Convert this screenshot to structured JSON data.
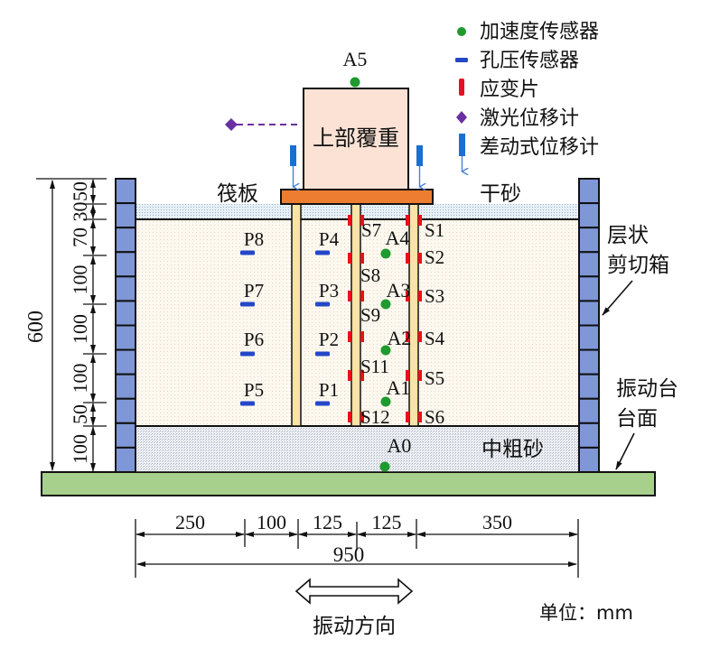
{
  "legend": {
    "items": [
      {
        "icon": "green-dot-icon",
        "label": "加速度传感器",
        "color": "#1f9a2e"
      },
      {
        "icon": "blue-dash-icon",
        "label": "孔压传感器",
        "color": "#2447c8"
      },
      {
        "icon": "red-bar-icon",
        "label": "应变片",
        "color": "#e8101a"
      },
      {
        "icon": "purple-diamond-icon",
        "label": "激光位移计",
        "color": "#6a2fa0"
      },
      {
        "icon": "blue-arrow-icon",
        "label": "差动式位移计",
        "color": "#1a6fd0"
      }
    ]
  },
  "structure": {
    "load_label": "上部覆重",
    "raft_label": "筏板",
    "dry_sand_label": "干砂",
    "shear_box_label_line1": "层状",
    "shear_box_label_line2": "剪切箱",
    "shake_table_label_line1": "振动台",
    "shake_table_label_line2": "台面",
    "coarse_sand_label": "中粗砂"
  },
  "sensors": {
    "accelerometers": [
      "A5",
      "A4",
      "A3",
      "A2",
      "A1",
      "A0"
    ],
    "pore_pressure_left": [
      "P8",
      "P7",
      "P6",
      "P5"
    ],
    "pore_pressure_right": [
      "P4",
      "P3",
      "P2",
      "P1"
    ],
    "strain_middle": [
      "S7",
      "S8",
      "S9",
      "S11",
      "S12"
    ],
    "strain_right": [
      "S1",
      "S2",
      "S3",
      "S4",
      "S5",
      "S6"
    ]
  },
  "dimensions": {
    "vertical_total": "600",
    "vertical_segments": [
      "50",
      "30",
      "70",
      "100",
      "100",
      "100",
      "50",
      "100"
    ],
    "horizontal_segments": [
      "250",
      "100",
      "125",
      "125",
      "350"
    ],
    "horizontal_total": "950"
  },
  "vibration_direction_label": "振动方向",
  "unit_label": "单位：mm",
  "colors": {
    "wall": "#7f97d6",
    "base": "#a8d08d",
    "raft": "#ed7d31",
    "load": "#fbe2d5",
    "pile": "#fae3a6",
    "sand": "#fdf8ef",
    "dry_sand": "#dde9f3",
    "coarse_sand": "#e4e8ef"
  }
}
